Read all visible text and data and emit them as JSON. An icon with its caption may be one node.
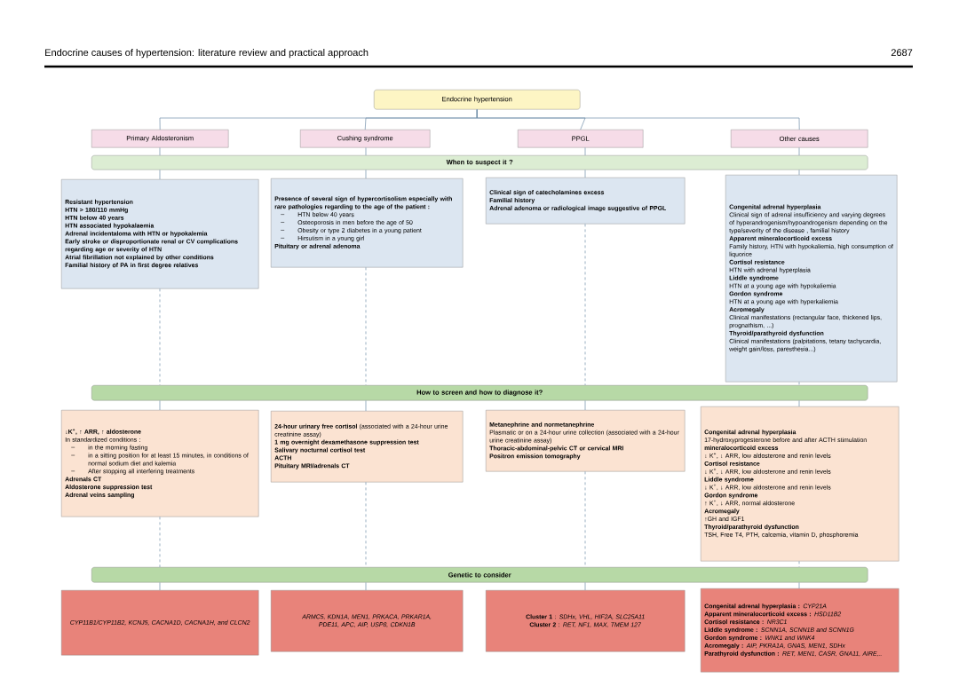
{
  "diagram": {
    "nodes": [
      {
        "text": [
          "Endocrine hypertension"
        ]
      },
      {
        "text": [
          "Primary Aldosteronism"
        ]
      },
      {
        "text": [
          "Cushing syndrome"
        ]
      },
      {
        "text": [
          "PPGL"
        ]
      },
      {
        "text": [
          "Other causes"
        ]
      },
      {
        "text": [
          "When to suspect it ?"
        ]
      },
      {
        "text": [
          "Resistant hypertension",
          "HTN > 180/110 mmHg",
          "HTN below 40 years",
          "HTN associated hypokalaemia",
          "Adrenal incidentaloma with HTN or hypokalemia",
          "Early stroke or disproportionate renal or CV complications regarding age or severity of HTN",
          "Atrial fibrillation not explained by other conditions",
          "Familial history of PA in first degree relatives"
        ]
      },
      {
        "text": [
          "Presence of several sign of hypercortisolism especially with rare pathologies regarding to the age of the patient :",
          "HTN below 40 years",
          "Osteoporosis in men before the age of 50",
          "Obesity or type 2 diabetes in a young patient",
          "Hirsutism in a young girl",
          "Pituitary or adrenal adenoma"
        ]
      },
      {
        "text": [
          "Clinical sign of catecholamines excess",
          "Familial history",
          "Adrenal adenoma or radiological image suggestive of PPGL"
        ]
      },
      {
        "text": [
          "Congenital adrenal hyperplasia",
          "Clinical sign of adrenal insufficiency and varying degrees of hyperandrogenism/hypoandrogenism depending on the type/severity of the disease , familial history",
          "Apparent mineralocorticoid excess",
          "Family history, HTN with hypokaliemia, high consumption of liquorice",
          "Cortisol resistance",
          "HTN with adrenal hyperplasia",
          "Liddle syndrome",
          "HTN at a young age with hypokaliemia",
          "Gordon syndrome",
          "HTN at a young age with hyperkaliemia",
          "Acromegaly",
          "Clinical manifestations (rectangular face, thickened lips, prognathism, ...)",
          "Thyroid/parathyroid dysfunction",
          "Clinical manifestations (palpitations, tetany tachycardia, weight gain/loss, paresthesia...)"
        ]
      },
      {
        "text": [
          "How to screen and how to diagnose it?"
        ]
      },
      {
        "text": [
          "↓K$^{+}$, ↑ ARR, ↑ aldosterone",
          "In standardized conditions :",
          "in the morning fasting",
          "in a sitting position for at least 15 minutes, in conditions of normal sodium diet and kalemia",
          "After stopping all interfering treatments",
          "Adrenals CT",
          "Aldosterone suppression test",
          "Adrenal veins sampling"
        ]
      },
      {
        "text": [
          "**24-hour urinary free cortisol** (associated with a 24-hour urine creatinine assay)",
          "1 mg overnight dexamethasone suppression test",
          "Salivary nocturnal cortisol test",
          "ACTH",
          "Pituitary MRI/adrenals CT"
        ]
      },
      {
        "text": [
          "Metanephrine and normetanephrine",
          "Plasmatic or on a 24-hour urine collection (associated with a 24-hour urine creatinine assay)",
          "Thoracic-abdominal-pelvic CT or cervical MRI",
          "Positron emission tomography"
        ]
      },
      {
        "text": [
          "Congenital adrenal hyperplasia",
          "17-hydroxyprogesterone before and after ACTH stimulation",
          "mineralocorticoid excess",
          "↓ K$^{+}$, ↓ ARR, low aldosterone and renin levels",
          "Cortisol resistance",
          "↓ K$^{+}$, ↓ ARR, low aldosterone and renin levels",
          "Liddle syndrome",
          "↓ K$^{+}$, ↓ ARR, low aldosterone and renin levels",
          "Gordon syndrome",
          "↑ K$^{+}$, ↓ ARR, normal aldosterone",
          "Acromegaly",
          "↑GH and IGF1",
          "Thyroid/parathyroid dysfunction",
          "TSH, Free T4, PTH, calcemia, vitamin D, phosphoremia"
        ]
      },
      {
        "text": [
          "Genetic to consider"
        ]
      },
      {
        "text": [
          "CYP11B1/CYP11B2, KCNJ5, CACNA1D, CACNA1H, and CLCN2"
        ]
      },
      {
        "text": [
          "ARMC5, KDN1A, MEN1, PRKACA, PRKAR1A, PDE11, APC, AIP, USP8, CDKN1B"
        ]
      },
      {
        "text": [
          "**Cluster 1** : *SDHx, VHL, HIF2A, SLC25A11*",
          "**Cluster 2** : *RET, NF1, MAX, TMEM 127*"
        ]
      },
      {
        "text": [
          "**Congenital adrenal hyperplasia :** *CYP21A*",
          "**Apparent mineralocorticoid excess :** *HSD11B2*",
          "**Cortisol resistance :** *NR3C1*",
          "**Liddle syndrome :** *SCNN1A, SCNN1B and SCNN1G*",
          "**Gordon syndrome :** *WNK1 and WNK4*",
          "**Acromegaly :** *AIP, PKRA1A, GNAS, MEN1, SDHx*",
          "**Parathyroid dysfunction :** *RET, MEN1, CASR, GNA11, AIRE,..*"
        ]
      }
    ],
    "edges": [
      {
        "from": 0,
        "to": 1,
        "arrow": "none"
      },
      {
        "from": 0,
        "to": 2,
        "arrow": "none"
      },
      {
        "from": 0,
        "to": 3,
        "arrow": "none"
      },
      {
        "from": 0,
        "to": 4,
        "arrow": "none"
      },
      {
        "from": 1,
        "to": 5,
        "arrow": "none"
      },
      {
        "from": 2,
        "to": 5,
        "arrow": "none"
      },
      {
        "from": 3,
        "to": 5,
        "arrow": "none"
      },
      {
        "from": 4,
        "to": 5,
        "arrow": "none"
      },
      {
        "from": 5,
        "to": 6,
        "arrow": "none"
      },
      {
        "from": 5,
        "to": 7,
        "arrow": "none"
      },
      {
        "from": 5,
        "to": 8,
        "arrow": "none"
      },
      {
        "from": 5,
        "to": 9,
        "arrow": "none"
      },
      {
        "from": 6,
        "to": 10,
        "arrow": "none",
        "style": "dashed"
      },
      {
        "from": 7,
        "to": 10,
        "arrow": "none",
        "style": "dashed"
      },
      {
        "from": 8,
        "to": 10,
        "arrow": "none",
        "style": "dashed"
      },
      {
        "from": 9,
        "to": 10,
        "arrow": "none",
        "style": "dashed"
      },
      {
        "from": 10,
        "to": 11,
        "arrow": "none"
      },
      {
        "from": 10,
        "to": 12,
        "arrow": "none"
      },
      {
        "from": 10,
        "to": 13,
        "arrow": "none"
      },
      {
        "from": 10,
        "to": 14,
        "arrow": "none"
      },
      {
        "from": 11,
        "to": 15,
        "arrow": "none",
        "style": "dashed"
      },
      {
        "from": 12,
        "to": 15,
        "arrow": "none",
        "style": "dashed"
      },
      {
        "from": 13,
        "to": 15,
        "arrow": "none",
        "style": "dashed"
      },
      {
        "from": 14,
        "to": 15,
        "arrow": "none",
        "style": "dashed"
      },
      {
        "from": 15,
        "to": 16,
        "arrow": "none"
      },
      {
        "from": 15,
        "to": 17,
        "arrow": "none"
      },
      {
        "from": 15,
        "to": 18,
        "arrow": "none"
      },
      {
        "from": 15,
        "to": 19,
        "arrow": "none"
      }
    ],
    "labels": [
      "Endocrine causes of hypertension: literature review and practical approach",
      "2687"
    ]
  }
}
